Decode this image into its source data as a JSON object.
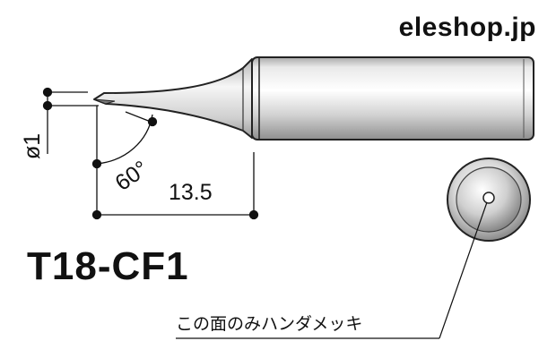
{
  "brand": "eleshop.jp",
  "model": "T18-CF1",
  "dimensions": {
    "diameter": "ø1",
    "angle": "60°",
    "length": "13.5"
  },
  "note": "この面のみハンダメッキ",
  "colors": {
    "ink": "#111111",
    "tip_metal": "#c9c9c9",
    "face_highlight": "#f4f4f4"
  }
}
